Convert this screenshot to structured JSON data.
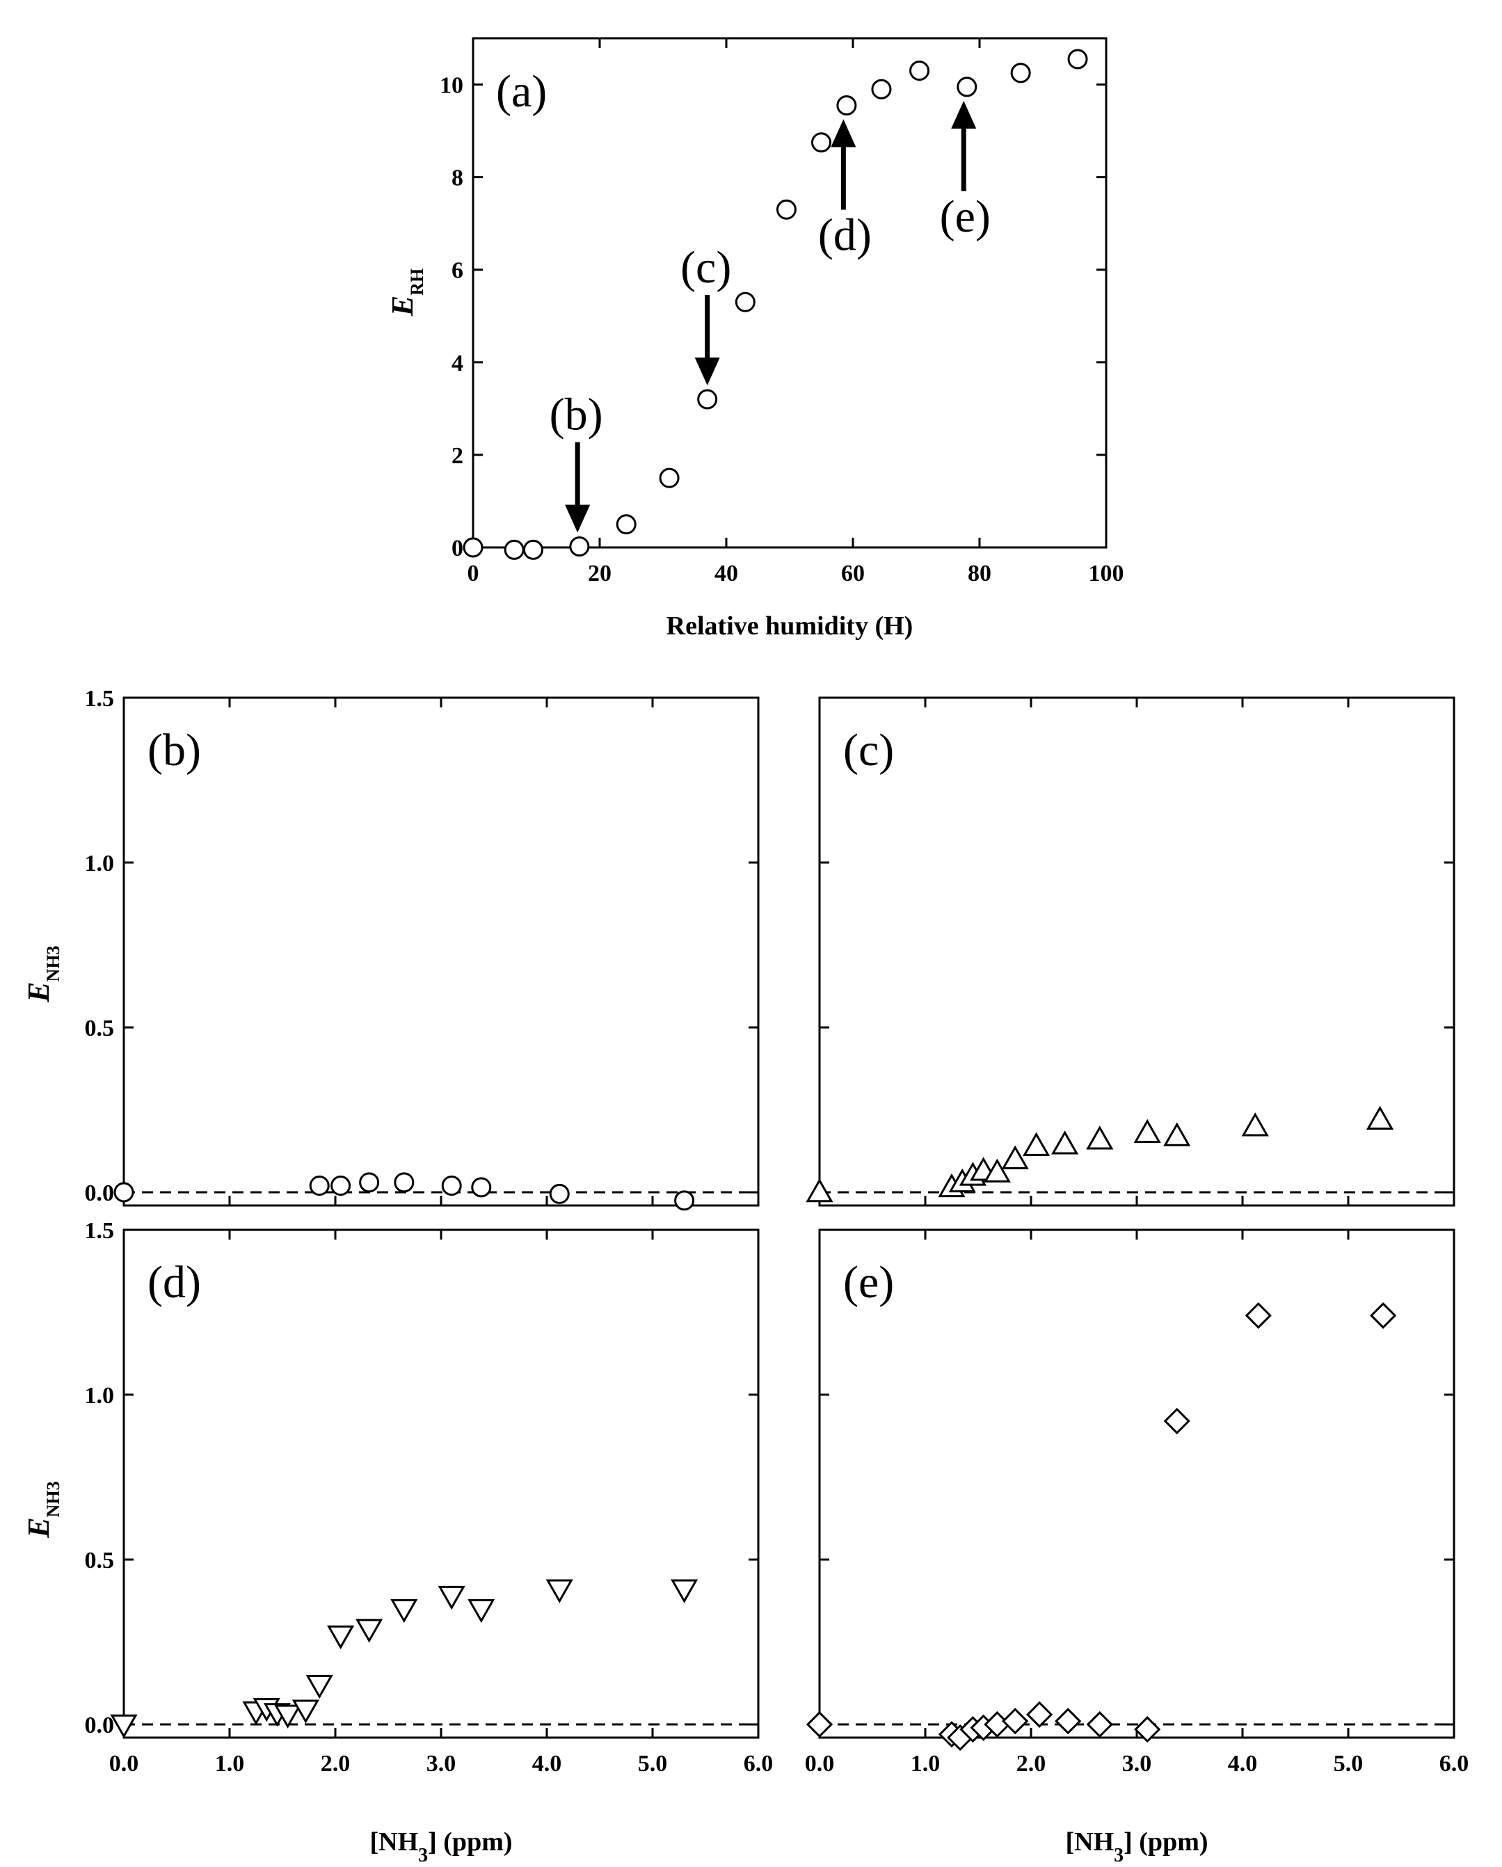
{
  "figure": {
    "background": "#ffffff",
    "ink": "#000000",
    "dashed_line_color": "#000000"
  },
  "chart_data": [
    {
      "id": "a",
      "type": "scatter",
      "panel_label": "(a)",
      "xlabel": "Relative humidity (H)",
      "ylabel_main": "E",
      "ylabel_sub": "RH",
      "xlim": [
        0,
        100
      ],
      "ylim": [
        0,
        11
      ],
      "xticks": [
        0,
        20,
        40,
        60,
        80,
        100
      ],
      "xtick_labels": [
        "0",
        "20",
        "40",
        "60",
        "80",
        "100"
      ],
      "yticks": [
        0,
        2,
        4,
        6,
        8,
        10
      ],
      "ytick_labels": [
        "0",
        "2",
        "4",
        "6",
        "8",
        "10"
      ],
      "marker": "circle",
      "x": [
        0,
        6.5,
        9.5,
        16.8,
        24.2,
        31,
        37,
        43,
        49.5,
        55,
        59,
        64.5,
        70.5,
        78,
        86.5,
        95.5
      ],
      "y": [
        0.0,
        -0.05,
        -0.05,
        0.02,
        0.5,
        1.5,
        3.2,
        5.3,
        7.3,
        8.75,
        9.55,
        9.9,
        10.3,
        9.95,
        10.25,
        10.55
      ],
      "baseline": {
        "y": 0,
        "x_end": 17
      },
      "annotations": [
        {
          "text": "(b)",
          "x": 16.5,
          "y": 0.02,
          "direction": "down"
        },
        {
          "text": "(c)",
          "x": 37,
          "y": 3.2,
          "direction": "down"
        },
        {
          "text": "(d)",
          "x": 58.5,
          "y": 9.55,
          "direction": "up"
        },
        {
          "text": "(e)",
          "x": 77.5,
          "y": 9.95,
          "direction": "up"
        }
      ]
    },
    {
      "id": "b",
      "type": "scatter",
      "panel_label": "(b)",
      "xlabel": "",
      "ylabel_main": "E",
      "ylabel_sub": "NH3",
      "xlim": [
        0,
        6
      ],
      "ylim": [
        -0.04,
        1.5
      ],
      "xticks": [
        0,
        1,
        2,
        3,
        4,
        5,
        6
      ],
      "xtick_labels": [],
      "yticks": [
        0.0,
        0.5,
        1.0,
        1.5
      ],
      "ytick_labels": [
        "0.0",
        "0.5",
        "1.0",
        "1.5"
      ],
      "marker": "circle",
      "x": [
        0,
        1.85,
        2.05,
        2.32,
        2.65,
        3.1,
        3.38,
        4.12,
        5.3
      ],
      "y": [
        0.0,
        0.02,
        0.02,
        0.03,
        0.03,
        0.02,
        0.015,
        -0.005,
        -0.025
      ],
      "dashed_y": 0
    },
    {
      "id": "c",
      "type": "scatter",
      "panel_label": "(c)",
      "xlabel": "",
      "ylabel_main": "",
      "ylabel_sub": "",
      "xlim": [
        0,
        6
      ],
      "ylim": [
        -0.04,
        1.5
      ],
      "xticks": [
        0,
        1,
        2,
        3,
        4,
        5,
        6
      ],
      "xtick_labels": [],
      "yticks": [
        0.0,
        0.5,
        1.0,
        1.5
      ],
      "ytick_labels": [],
      "marker": "triangle-up",
      "x": [
        0,
        1.25,
        1.35,
        1.45,
        1.55,
        1.68,
        1.85,
        2.05,
        2.32,
        2.65,
        3.1,
        3.38,
        4.12,
        5.3
      ],
      "y": [
        0.0,
        0.015,
        0.03,
        0.05,
        0.065,
        0.06,
        0.1,
        0.14,
        0.145,
        0.16,
        0.18,
        0.17,
        0.2,
        0.22
      ],
      "dashed_y": 0
    },
    {
      "id": "d",
      "type": "scatter",
      "panel_label": "(d)",
      "xlabel": "[NH3] (ppm)",
      "ylabel_main": "E",
      "ylabel_sub": "NH3",
      "xlim": [
        0,
        6
      ],
      "ylim": [
        -0.04,
        1.5
      ],
      "xticks": [
        0,
        1,
        2,
        3,
        4,
        5,
        6
      ],
      "xtick_labels": [
        "0.0",
        "1.0",
        "2.0",
        "3.0",
        "4.0",
        "5.0",
        "6.0"
      ],
      "yticks": [
        0.0,
        0.5,
        1.0,
        1.5
      ],
      "ytick_labels": [
        "0.0",
        "0.5",
        "1.0",
        "1.5"
      ],
      "marker": "triangle-down",
      "x": [
        0,
        1.25,
        1.35,
        1.45,
        1.55,
        1.72,
        1.85,
        2.05,
        2.32,
        2.65,
        3.1,
        3.38,
        4.12,
        5.3
      ],
      "y": [
        0.0,
        0.04,
        0.05,
        0.035,
        0.03,
        0.045,
        0.12,
        0.27,
        0.29,
        0.35,
        0.39,
        0.35,
        0.41,
        0.41
      ],
      "dashed_y": 0
    },
    {
      "id": "e",
      "type": "scatter",
      "panel_label": "(e)",
      "xlabel": "[NH3] (ppm)",
      "ylabel_main": "",
      "ylabel_sub": "",
      "xlim": [
        0,
        6
      ],
      "ylim": [
        -0.04,
        1.5
      ],
      "xticks": [
        0,
        1,
        2,
        3,
        4,
        5,
        6
      ],
      "xtick_labels": [
        "0.0",
        "1.0",
        "2.0",
        "3.0",
        "4.0",
        "5.0",
        "6.0"
      ],
      "yticks": [
        0.0,
        0.5,
        1.0,
        1.5
      ],
      "ytick_labels": [],
      "marker": "diamond",
      "x": [
        0,
        1.25,
        1.33,
        1.45,
        1.55,
        1.68,
        1.85,
        2.08,
        2.35,
        2.65,
        3.1,
        3.38,
        4.15,
        5.33
      ],
      "y": [
        0.0,
        -0.03,
        -0.04,
        -0.015,
        -0.01,
        0.0,
        0.01,
        0.03,
        0.01,
        0.0,
        -0.015,
        0.92,
        1.24,
        1.24
      ],
      "dashed_y": 0
    }
  ]
}
